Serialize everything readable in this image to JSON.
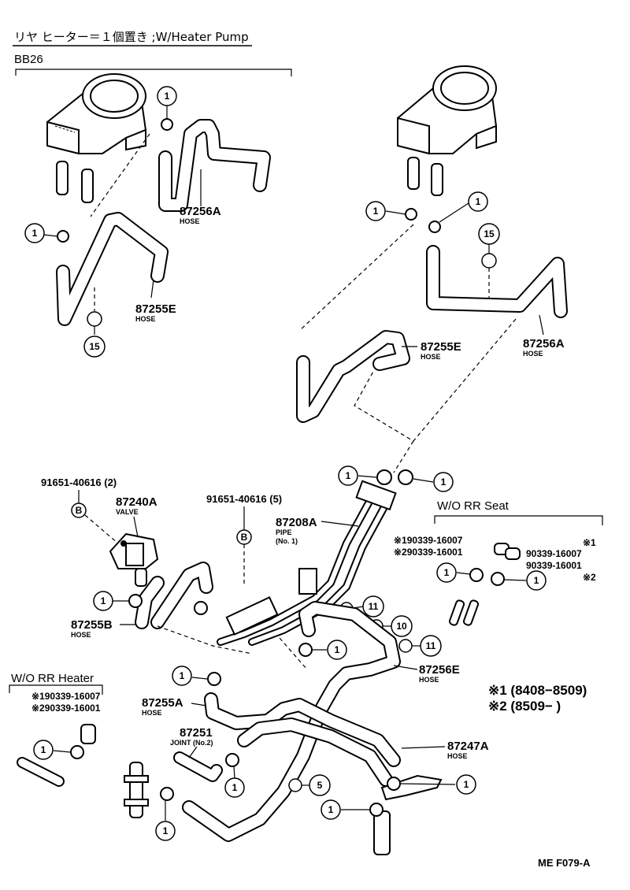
{
  "header": {
    "title": "リヤ ヒーター＝１個置き ;W/Heater Pump",
    "section_bb26": "BB26"
  },
  "parts": {
    "p87256A_top": {
      "number": "87256A",
      "name": "HOSE"
    },
    "p87255E_top": {
      "number": "87255E",
      "name": "HOSE"
    },
    "p87255E_right": {
      "number": "87255E",
      "name": "HOSE"
    },
    "p87256A_right": {
      "number": "87256A",
      "name": "HOSE"
    },
    "p87240A": {
      "number": "87240A",
      "name": "VALVE"
    },
    "p87208A": {
      "number": "87208A",
      "name": "PIPE",
      "sub2": "(No. 1)"
    },
    "p87255B": {
      "number": "87255B",
      "name": "HOSE"
    },
    "p87256E": {
      "number": "87256E",
      "name": "HOSE"
    },
    "p87255A": {
      "number": "87255A",
      "name": "HOSE"
    },
    "p87251": {
      "number": "87251",
      "name": "JOINT (No.2)"
    },
    "p87247A": {
      "number": "87247A",
      "name": "HOSE"
    }
  },
  "bolts": {
    "left": {
      "code": "91651-40616 (2)",
      "mark": "B"
    },
    "center": {
      "code": "91651-40616 (5)",
      "mark": "B"
    }
  },
  "callouts": {
    "c1": "1",
    "c5": "5",
    "c10": "10",
    "c11": "11",
    "c15": "15"
  },
  "wo_rr_seat": {
    "title": "W/O RR Seat",
    "line1": "※190339-16007",
    "line2": "※290339-16001",
    "right1": "90339-16007",
    "right1_mark": "※1",
    "right2": "90339-16001",
    "right2_mark": "※2"
  },
  "wo_rr_heater": {
    "title": "W/O RR Heater",
    "line1": "※190339-16007",
    "line2": "※290339-16001"
  },
  "legend": {
    "row1": "※1 (8408−8509)",
    "row2": "※2 (8509−        )"
  },
  "footer": {
    "code": "ME F079-A"
  }
}
